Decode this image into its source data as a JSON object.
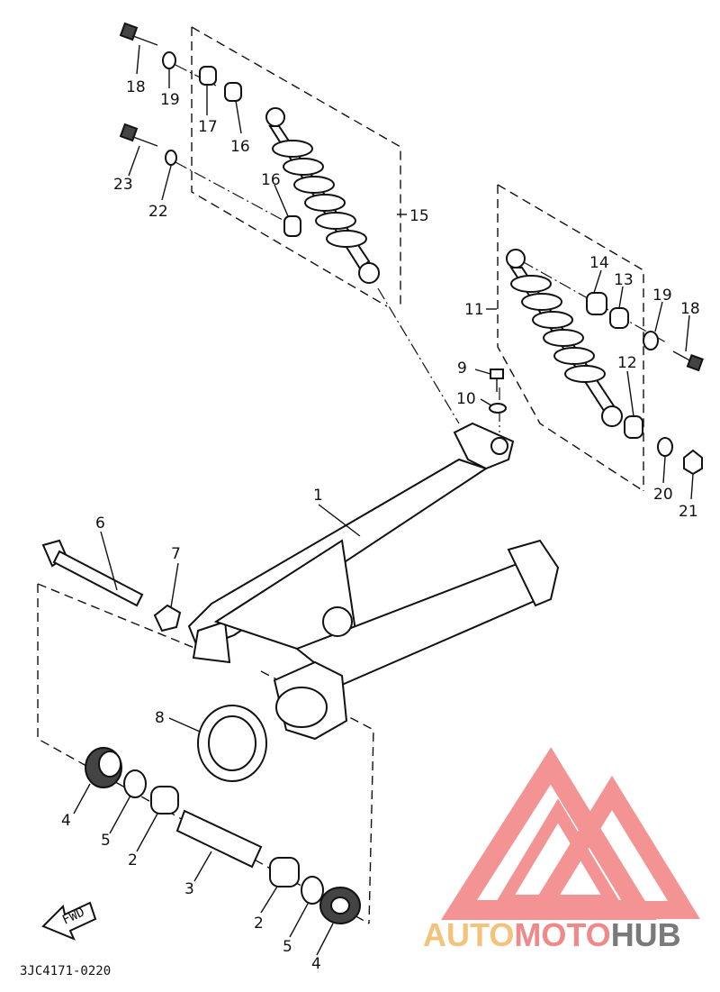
{
  "diagram": {
    "code": "3JC4171-0220",
    "fwd_label": "FWD",
    "callouts": [
      "1",
      "2",
      "2",
      "3",
      "4",
      "4",
      "5",
      "5",
      "6",
      "7",
      "8",
      "9",
      "10",
      "11",
      "12",
      "13",
      "14",
      "15",
      "16",
      "16",
      "17",
      "18",
      "18",
      "19",
      "19",
      "20",
      "21",
      "22",
      "23"
    ]
  },
  "watermark": {
    "part1": "AUTO",
    "part2": "MOTO",
    "part3": "HUB",
    "color1": "#f4c27a",
    "color2": "#f08a8a",
    "color3": "#7a7a7a",
    "logo_color": "#ef6f6f"
  }
}
